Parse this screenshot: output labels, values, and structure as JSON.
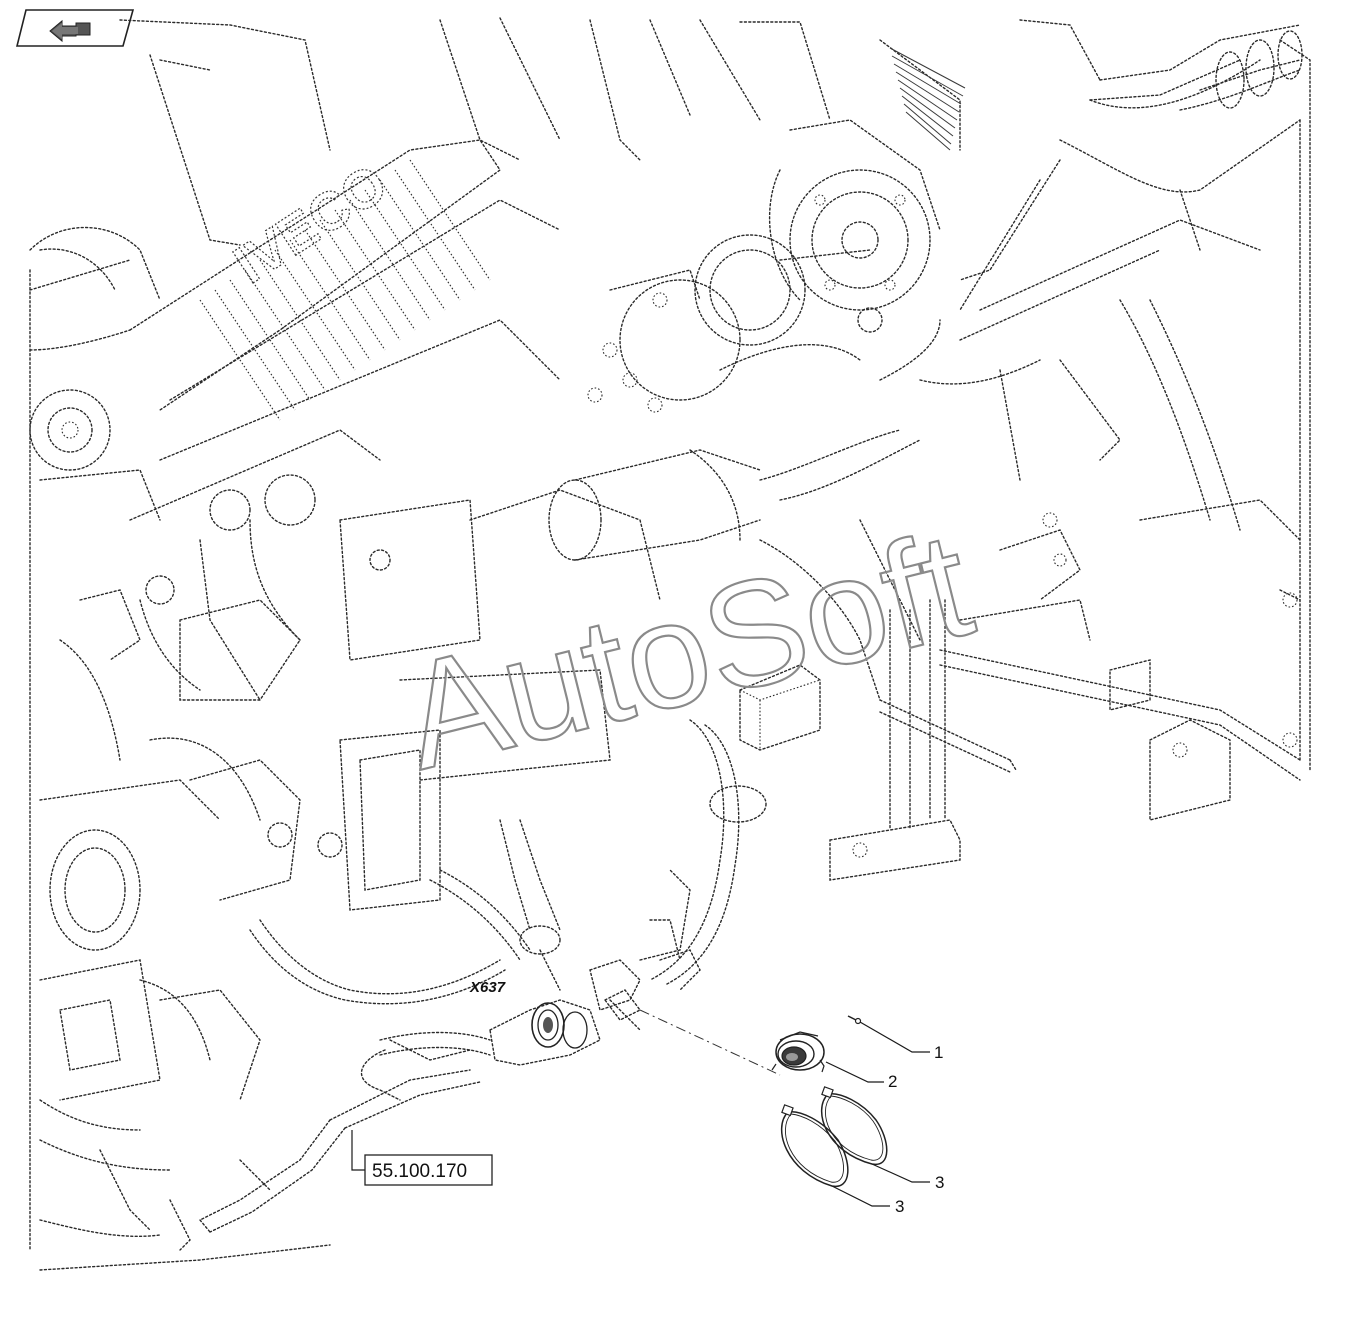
{
  "nav": {
    "icon": "return-arrow-icon"
  },
  "callouts": [
    {
      "label": "1"
    },
    {
      "label": "2"
    },
    {
      "label": "3"
    },
    {
      "label": "3"
    }
  ],
  "connector_label": "X637",
  "reference": "55.100.170",
  "engine_brand": "IVECO",
  "watermark": "AutoSoft"
}
